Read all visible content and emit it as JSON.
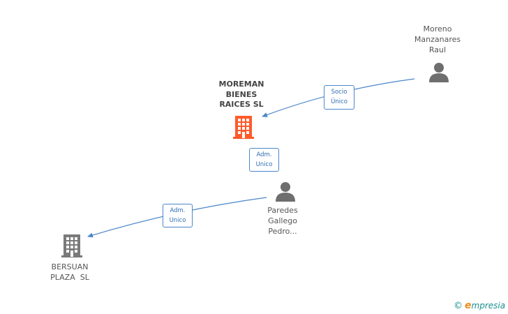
{
  "nodes": {
    "moreman": {
      "lines": [
        "MOREMAN",
        "BIENES",
        "RAICES SL"
      ],
      "type": "company",
      "color": "#ff5a2a"
    },
    "moreno": {
      "lines": [
        "Moreno",
        "Manzanares",
        "Raul"
      ],
      "type": "person",
      "color": "#6e6e6e"
    },
    "paredes": {
      "lines": [
        "Paredes",
        "Gallego",
        "Pedro..."
      ],
      "type": "person",
      "color": "#6e6e6e"
    },
    "bersuan": {
      "lines": [
        "BERSUAN",
        "PLAZA  SL"
      ],
      "type": "company",
      "color": "#7a7a7a"
    }
  },
  "edges": {
    "socio": {
      "lines": [
        "Socio",
        "Único"
      ],
      "from": "Moreno Manzanares Raul",
      "to": "MOREMAN BIENES RAICES SL"
    },
    "adm1": {
      "lines": [
        "Adm.",
        "Unico"
      ],
      "from": "Paredes Gallego Pedro...",
      "to": "MOREMAN BIENES RAICES SL"
    },
    "adm2": {
      "lines": [
        "Adm.",
        "Unico"
      ],
      "from": "Paredes Gallego Pedro...",
      "to": "BERSUAN PLAZA  SL"
    }
  },
  "colors": {
    "edge": "#4a86c8"
  },
  "brand": {
    "copyright": "©",
    "initial": "e",
    "rest": "mpresia"
  }
}
